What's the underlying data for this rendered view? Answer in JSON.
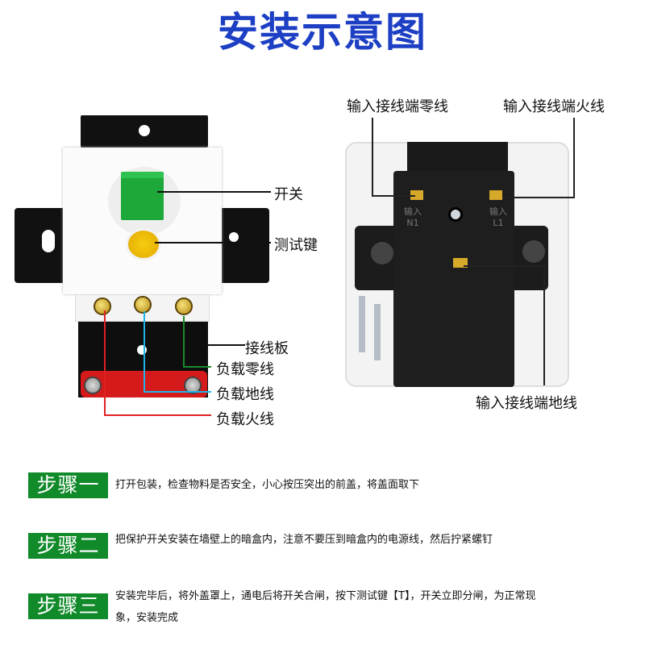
{
  "title": "安装示意图",
  "left_device": {
    "labels": {
      "switch": "开关",
      "test_button": "测试键",
      "terminal_board": "接线板",
      "load_neutral": "负载零线",
      "load_ground": "负载地线",
      "load_live": "负载火线"
    },
    "wire_colors": {
      "neutral": "#1a8a2a",
      "ground": "#1fb4e6",
      "live": "#e02020"
    }
  },
  "right_device": {
    "labels": {
      "input_neutral": "输入接线端零线",
      "input_live": "输入接线端火线",
      "input_ground": "输入接线端地线"
    },
    "terminal_marks": {
      "input": "输入",
      "n": "N1",
      "l": "L1"
    }
  },
  "steps": [
    {
      "badge": "步骤一",
      "text": "打开包装，检查物料是否安全，小心按压突出的前盖，将盖面取下"
    },
    {
      "badge": "步骤二",
      "text": "把保护开关安装在墙壁上的暗盒内，注意不要压到暗盒内的电源线，然后拧紧螺钉"
    },
    {
      "badge": "步骤三",
      "text": "安装完毕后，将外盖罩上，通电后将开关合闸，按下测试键【T】，开关立即分闸，为正常现象，安装完成"
    }
  ],
  "colors": {
    "title": "#1d3fc4",
    "step_badge": "#118a2a"
  }
}
